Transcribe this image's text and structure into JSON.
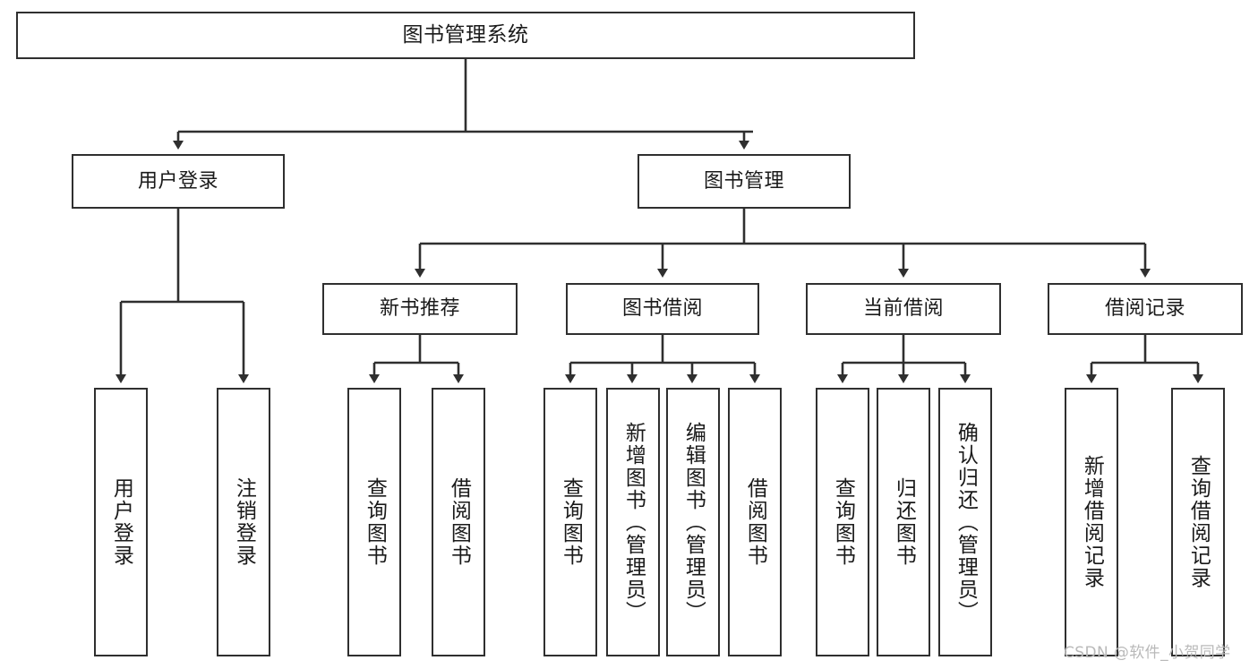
{
  "diagram": {
    "title": "图书管理系统",
    "background_color": "#ffffff",
    "line_color": "#2f2f2f",
    "text_color": "#1a1a1a",
    "watermark": "CSDN @软件_小贺同学",
    "levels": {
      "root": {
        "label": "图书管理系统"
      },
      "level2": [
        {
          "label": "用户登录"
        },
        {
          "label": "图书管理"
        }
      ],
      "level3": [
        {
          "label": "新书推荐"
        },
        {
          "label": "图书借阅"
        },
        {
          "label": "当前借阅"
        },
        {
          "label": "借阅记录"
        }
      ],
      "leaves": {
        "user_login": [
          {
            "label": "用户登录"
          },
          {
            "label": "注销登录"
          }
        ],
        "new_book_recommend": [
          {
            "label": "查询图书"
          },
          {
            "label": "借阅图书"
          }
        ],
        "book_borrow": [
          {
            "label": "查询图书"
          },
          {
            "label": "新增图书（管理员）"
          },
          {
            "label": "编辑图书（管理员）"
          },
          {
            "label": "借阅图书"
          }
        ],
        "current_borrow": [
          {
            "label": "查询图书"
          },
          {
            "label": "归还图书"
          },
          {
            "label": "确认归还（管理员）"
          }
        ],
        "borrow_record": [
          {
            "label": "新增借阅记录"
          },
          {
            "label": "查询借阅记录"
          }
        ]
      }
    }
  }
}
